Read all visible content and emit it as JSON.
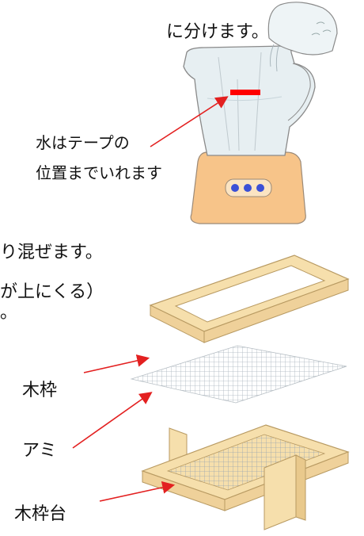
{
  "text": {
    "line1": "に分けます。",
    "callout_water_line1": "水はテープの",
    "callout_water_line2": "位置までいれます",
    "line2": "り混ぜます。",
    "line3": "が上にくる）",
    "line4": "。",
    "label_frame": "木枠",
    "label_mesh": "アミ",
    "label_base": "木枠台"
  },
  "colors": {
    "tape": "#ff0000",
    "arrow": "#e32020",
    "wood": "#f6dfac",
    "wood_edge": "#b89a62",
    "blender_base": "#f7c489",
    "blender_jar": "#e7eff2",
    "outline": "#8a8a8a",
    "buttons": "#3b50d6"
  }
}
